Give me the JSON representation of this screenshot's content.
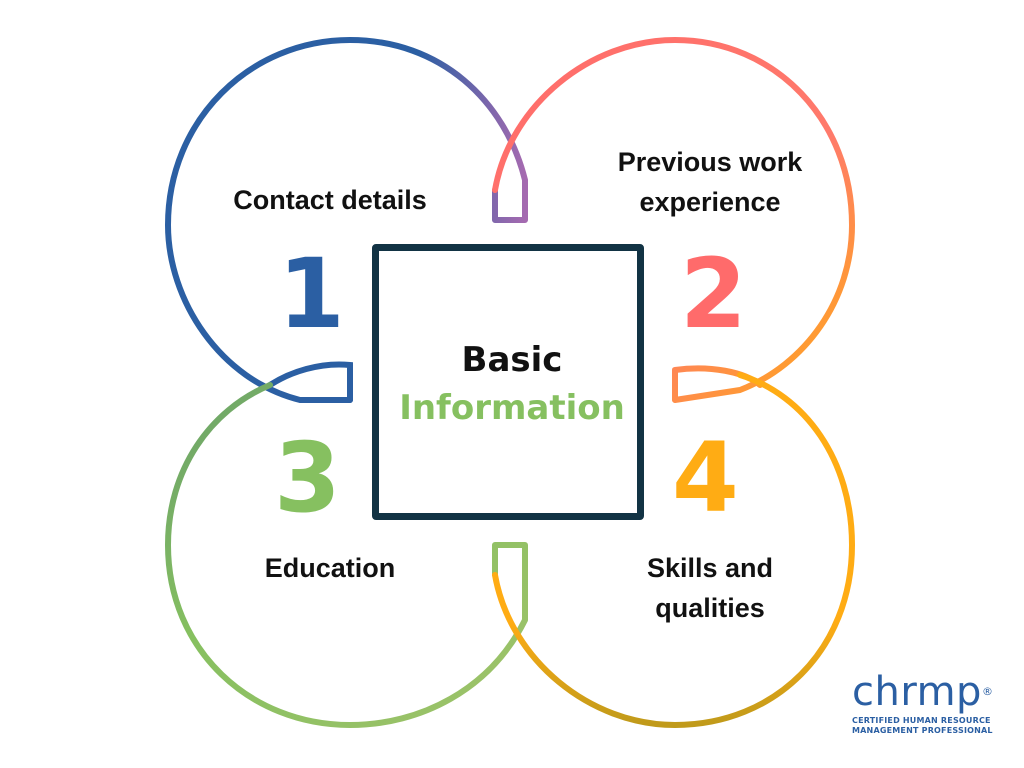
{
  "center": {
    "line1": "Basic",
    "line2": "Information"
  },
  "quadrants": [
    {
      "number": "1",
      "label_lines": [
        "Contact details"
      ],
      "color": "#2b5fa3"
    },
    {
      "number": "2",
      "label_lines": [
        "Previous work",
        "experience"
      ],
      "color": "#ff6b6b"
    },
    {
      "number": "3",
      "label_lines": [
        "Education"
      ],
      "color": "#86c060"
    },
    {
      "number": "4",
      "label_lines": [
        "Skills and",
        "qualities"
      ],
      "color": "#ffac14"
    }
  ],
  "colors": {
    "box_border": "#123344",
    "title_dark": "#111111",
    "title_green": "#86c060",
    "logo_blue": "#2b5fa3"
  },
  "logo": {
    "wordmark": "chrmp",
    "registered": "®",
    "tagline_line1": "CERTIFIED HUMAN RESOURCE",
    "tagline_line2": "MANAGEMENT PROFESSIONAL"
  }
}
